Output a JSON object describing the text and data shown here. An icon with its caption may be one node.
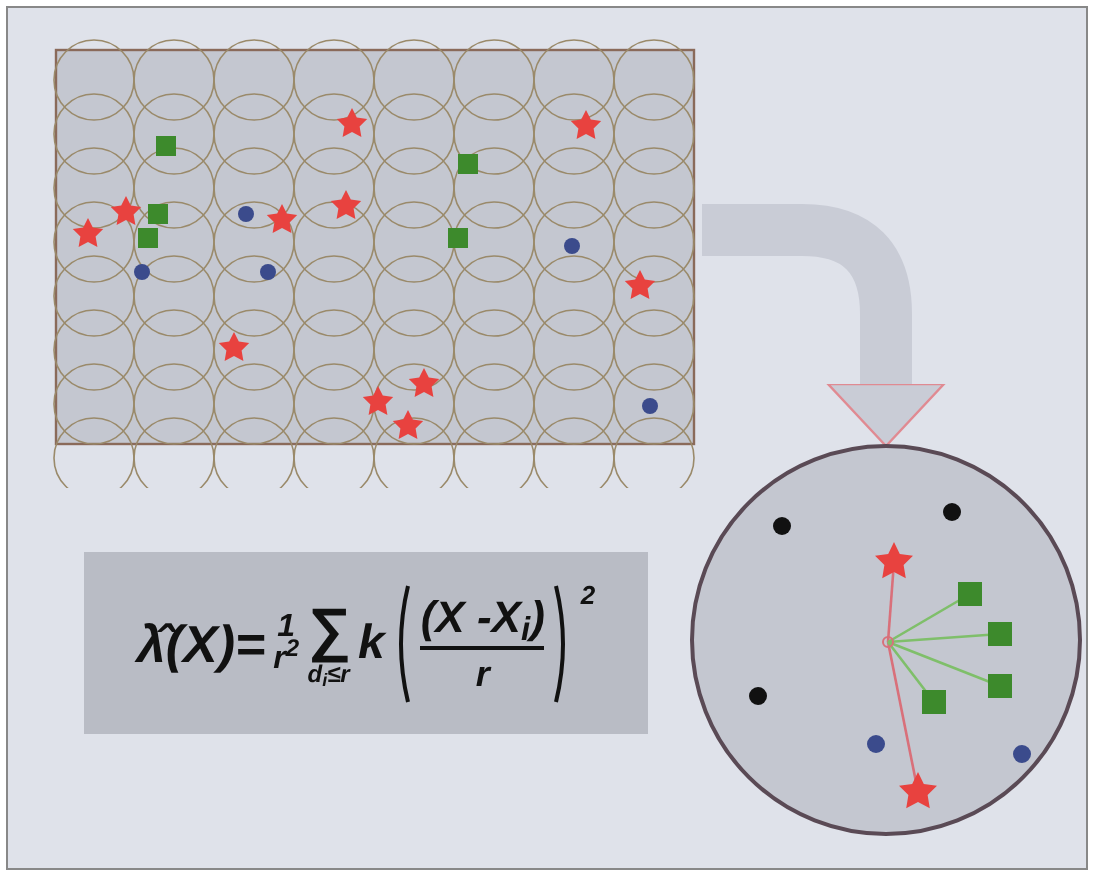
{
  "diagram": {
    "nodes": [
      {
        "text": [],
        "shape": "picture"
      },
      {
        "text": [],
        "shape": "circle"
      },
      {
        "text": [
          "λ̂(X)=",
          "1",
          "r$^{2}$",
          "∑",
          "d$_{i}$≤r",
          "k",
          "(X -X$_{i}$)",
          "r",
          "2"
        ]
      }
    ],
    "edges": [
      {
        "from": 0,
        "to": 1,
        "arrow": "to"
      }
    ]
  }
}
